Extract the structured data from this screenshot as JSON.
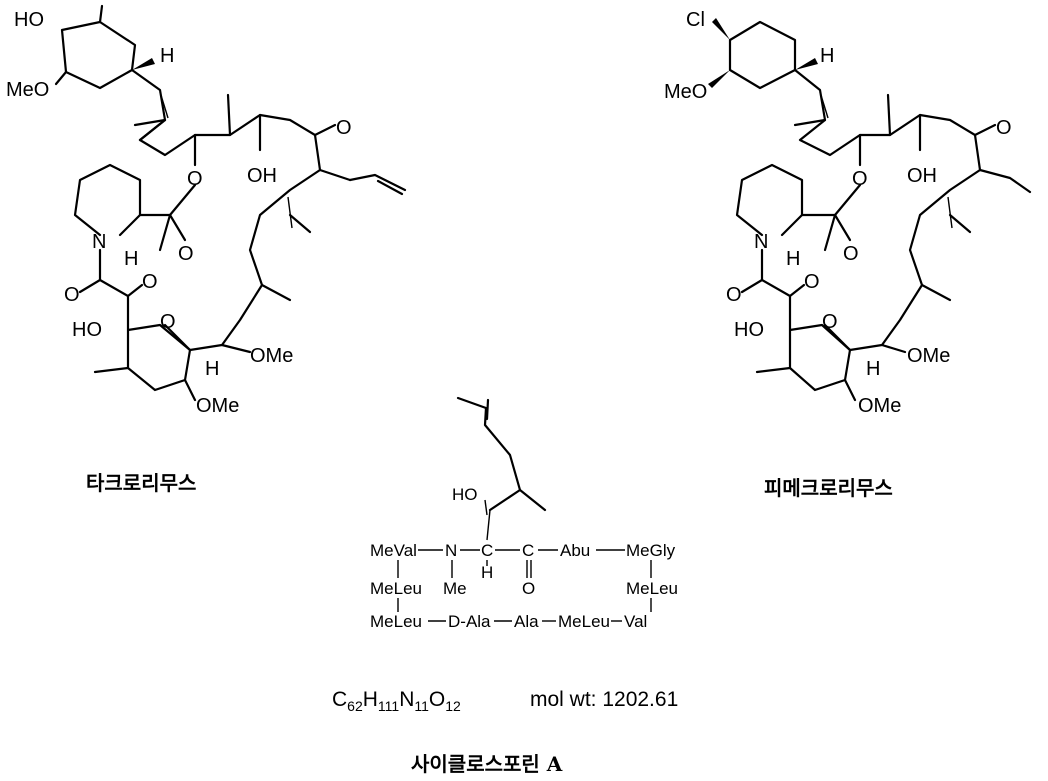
{
  "structures": {
    "tacrolimus": {
      "name": "타크로리무스",
      "labels": {
        "ho_top": "HO",
        "meo_top": "MeO",
        "h_top": "H",
        "o_ketone": "O",
        "o_ester": "O",
        "oh": "OH",
        "n": "N",
        "h_n": "H",
        "o_amide": "O",
        "o_left": "O",
        "o_mid": "O",
        "ho_hem": "HO",
        "o_ring": "O",
        "h_ring": "H",
        "ome_1": "OMe",
        "ome_2": "OMe"
      }
    },
    "pimecrolimus": {
      "name": "피메크로리무스",
      "labels": {
        "cl": "Cl",
        "meo_top": "MeO",
        "h_top": "H",
        "o_ketone": "O",
        "o_ester": "O",
        "oh": "OH",
        "n": "N",
        "h_n": "H",
        "o_amide": "O",
        "o_left": "O",
        "o_mid": "O",
        "ho_hem": "HO",
        "o_ring": "O",
        "h_ring": "H",
        "ome_1": "OMe",
        "ome_2": "OMe"
      }
    },
    "cyclosporin": {
      "name": "사이클로스포린 A",
      "residues": {
        "ho": "HO",
        "meval": "MeVal",
        "n": "N",
        "me": "Me",
        "c1": "C",
        "h": "H",
        "c2": "C",
        "o": "O",
        "abu": "Abu",
        "megly": "MeGly",
        "meleu_left": "MeLeu",
        "meleu_right": "MeLeu",
        "meleu_bottom": "MeLeu",
        "dala": "D-Ala",
        "ala": "Ala",
        "meleu_mid": "MeLeu",
        "val": "Val"
      },
      "formula": {
        "c": "C",
        "c_n": "62",
        "h": "H",
        "h_n": "111",
        "n": "N",
        "n_n": "11",
        "o": "O",
        "o_n": "12"
      },
      "mol_wt": "mol wt: 1202.61"
    }
  }
}
